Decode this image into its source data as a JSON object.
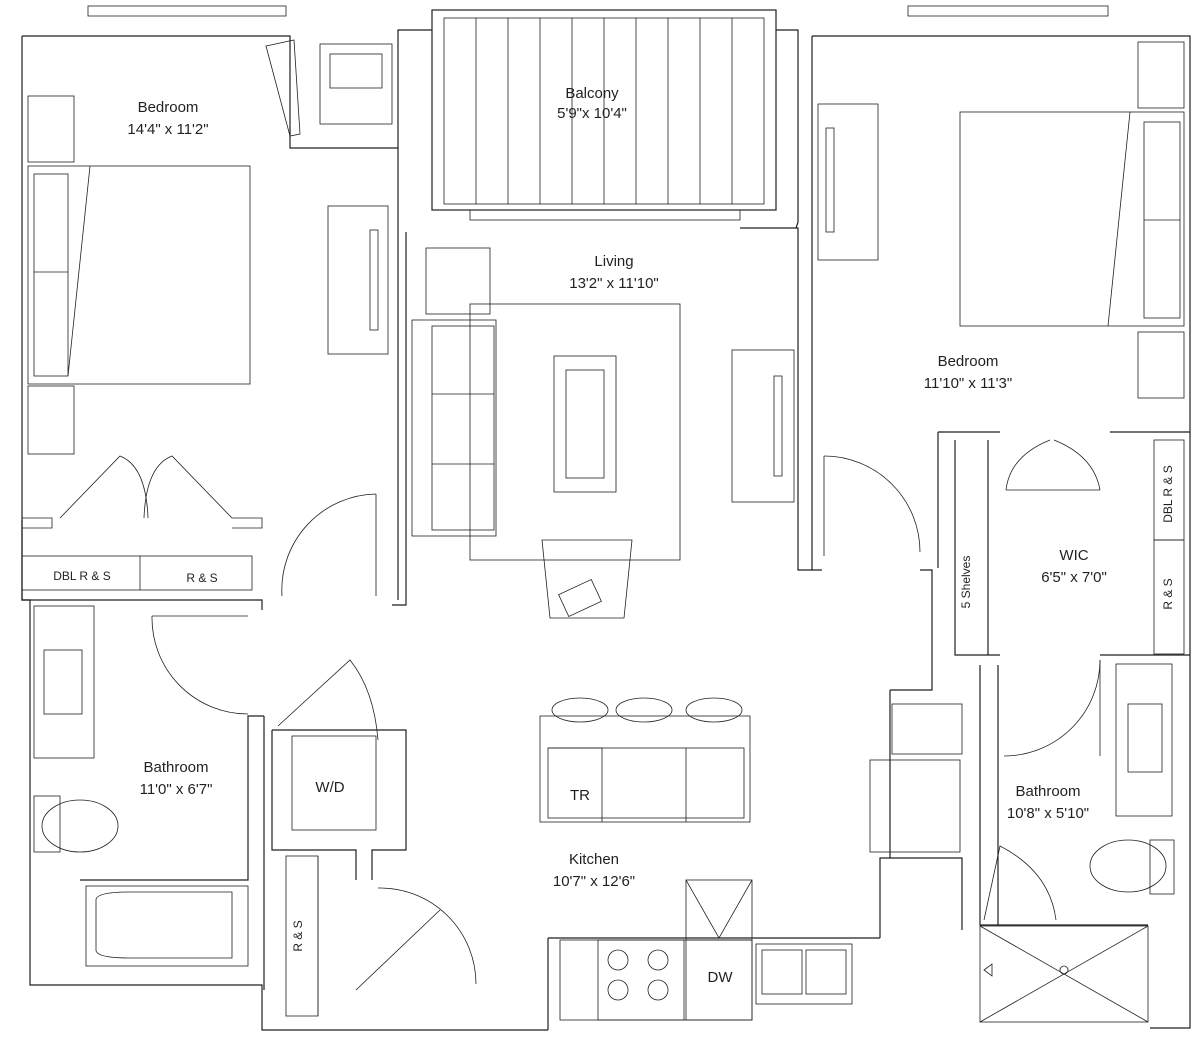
{
  "rooms": {
    "bedroom_left": {
      "name": "Bedroom",
      "dims": "14'4\" x 11'2\""
    },
    "balcony": {
      "name": "Balcony",
      "dims": "5'9\"x 10'4\""
    },
    "living": {
      "name": "Living",
      "dims": "13'2\" x 11'10\""
    },
    "bedroom_right": {
      "name": "Bedroom",
      "dims": "11'10\" x 11'3\""
    },
    "wic": {
      "name": "WIC",
      "dims": "6'5\" x 7'0\""
    },
    "bathroom_left": {
      "name": "Bathroom",
      "dims": "11'0\" x 6'7\""
    },
    "bathroom_right": {
      "name": "Bathroom",
      "dims": "10'8\" x 5'10\""
    },
    "kitchen": {
      "name": "Kitchen",
      "dims": "10'7\" x 12'6\""
    }
  },
  "fixtures": {
    "dbl_rs_left": "DBL R & S",
    "rs_left": "R & S",
    "five_shelves": "5 Shelves",
    "dbl_rs_wic": "DBL R & S",
    "rs_wic": "R & S",
    "washer_dryer": "W/D",
    "rs_hall": "R & S",
    "trash": "TR",
    "dishwasher": "DW"
  }
}
